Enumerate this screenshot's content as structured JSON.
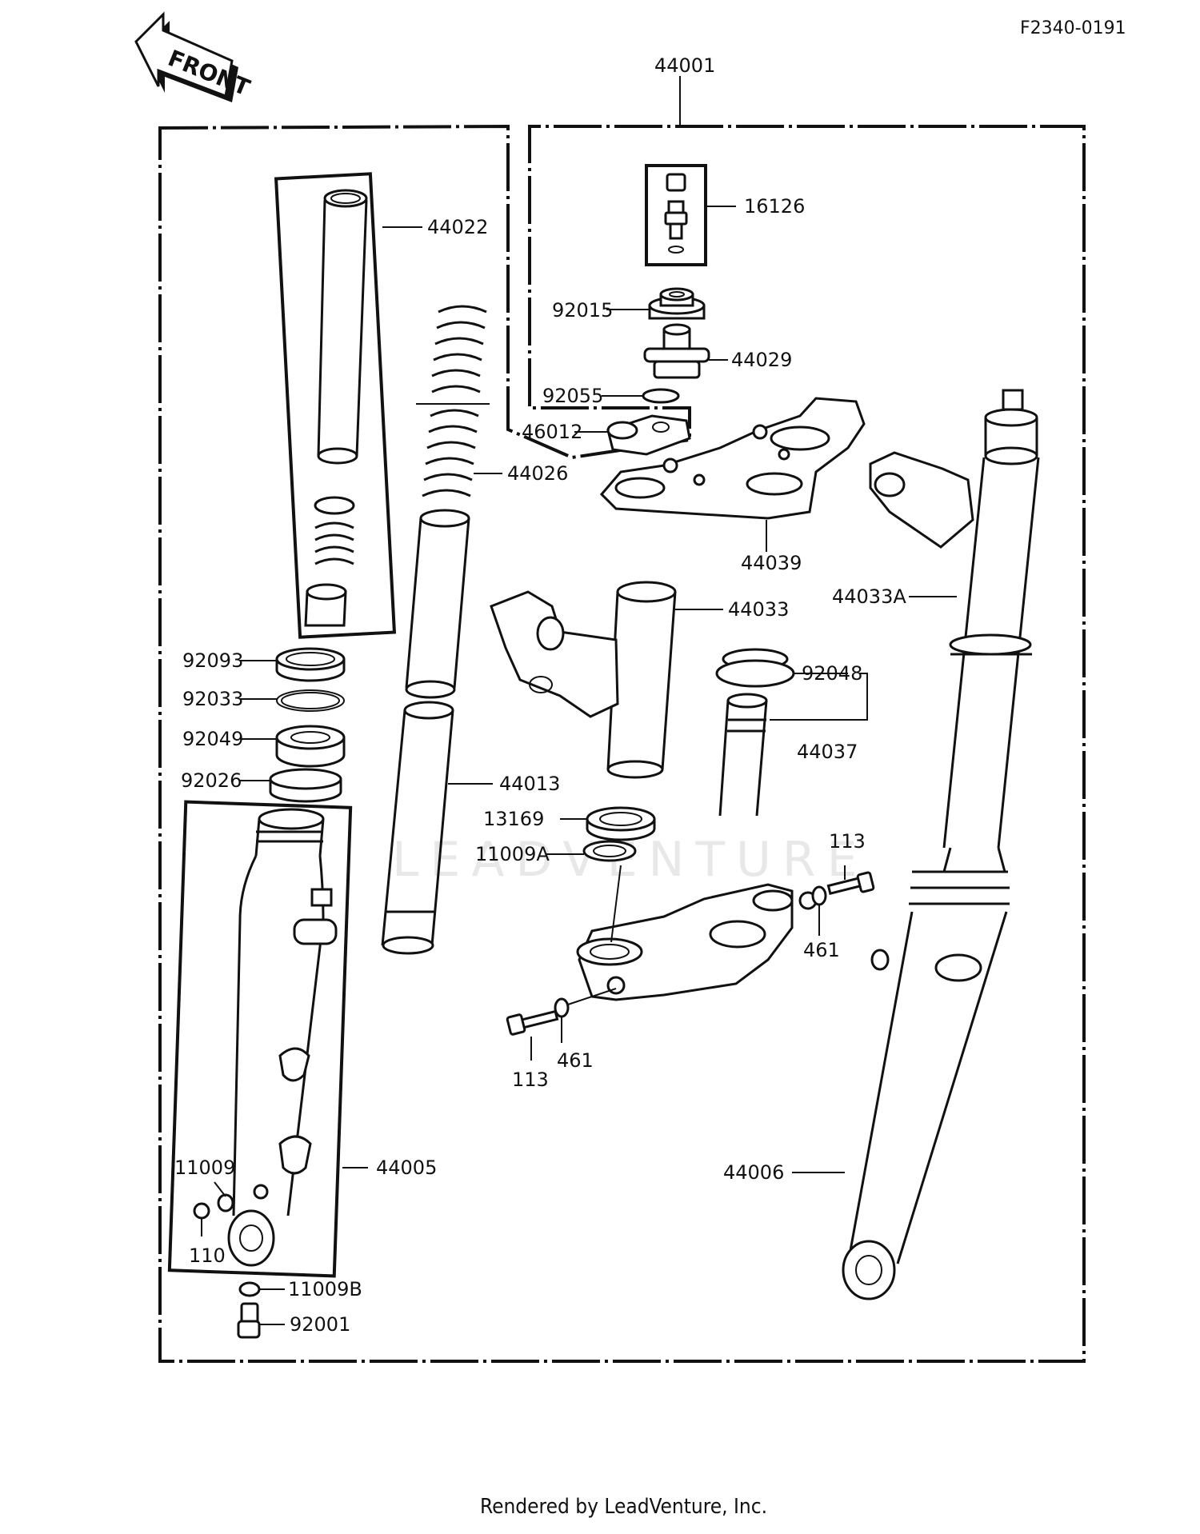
{
  "diagram_code": "F2340-0191",
  "front_badge": "FRONT",
  "watermark": "LEADVENTURE",
  "footer": "Rendered by LeadVenture, Inc.",
  "labels": {
    "p44001": "44001",
    "p16126": "16126",
    "p92015": "92015",
    "p44029": "44029",
    "p92055": "92055",
    "p46012": "46012",
    "p44022": "44022",
    "p44026": "44026",
    "p44039": "44039",
    "p44033": "44033",
    "p44033A": "44033A",
    "p92093": "92093",
    "p92033": "92033",
    "p92049": "92049",
    "p92026": "92026",
    "p92048": "92048",
    "p44037": "44037",
    "p44013": "44013",
    "p13169": "13169",
    "p11009A": "11009A",
    "p113a": "113",
    "p461a": "461",
    "p461b": "461",
    "p113b": "113",
    "p11009": "11009",
    "p44005": "44005",
    "p44006": "44006",
    "p110": "110",
    "p11009B": "11009B",
    "p92001": "92001"
  }
}
